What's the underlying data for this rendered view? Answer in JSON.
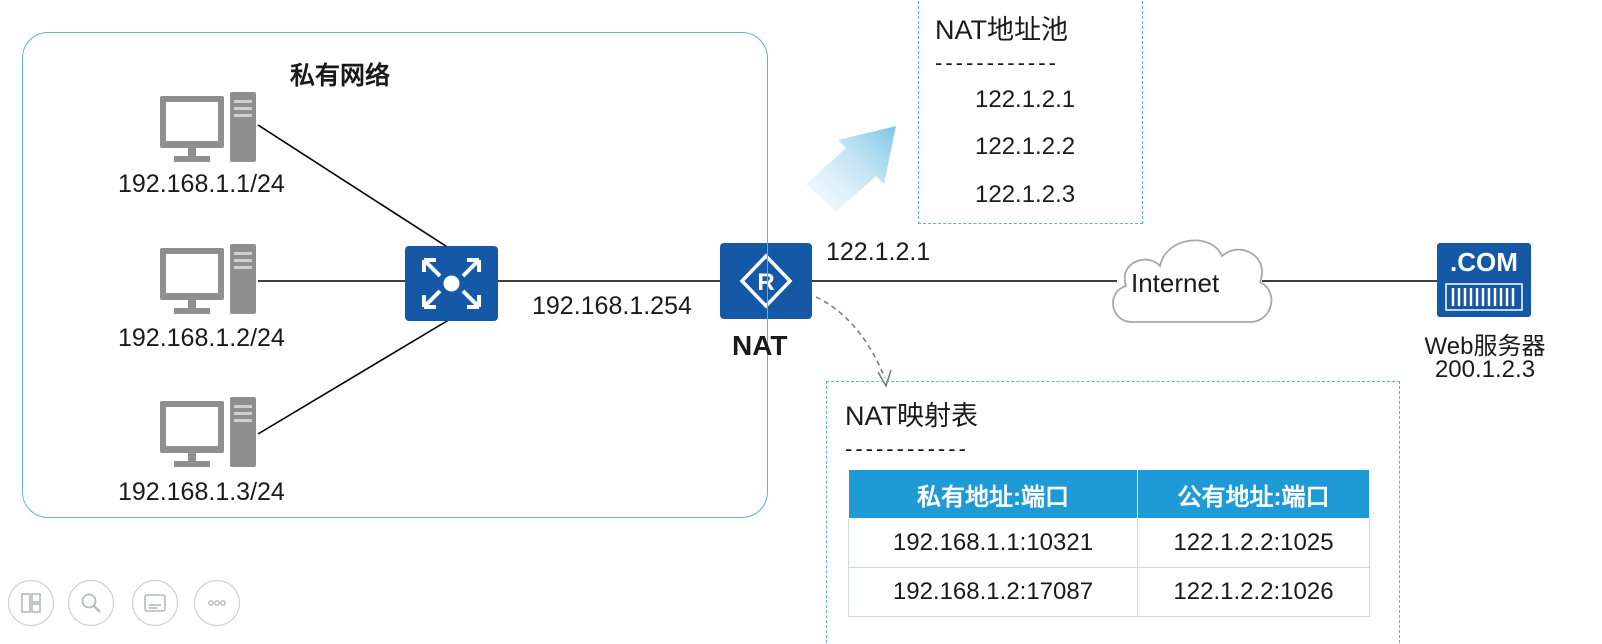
{
  "private_network": {
    "title": "私有网络",
    "hosts": [
      {
        "ip": "192.168.1.1/24"
      },
      {
        "ip": "192.168.1.2/24"
      },
      {
        "ip": "192.168.1.3/24"
      }
    ],
    "gateway_ip": "192.168.1.254"
  },
  "nat_router": {
    "name": "NAT",
    "public_ip": "122.1.2.1"
  },
  "nat_pool": {
    "title": "NAT地址池",
    "divider": "------------",
    "addresses": [
      "122.1.2.1",
      "122.1.2.2",
      "122.1.2.3"
    ]
  },
  "internet": {
    "label": "Internet"
  },
  "web_server": {
    "badge": ".COM",
    "name": "Web服务器",
    "ip": "200.1.2.3"
  },
  "nat_table": {
    "title": "NAT映射表",
    "divider": "------------",
    "columns": [
      "私有地址:端口",
      "公有地址:端口"
    ],
    "rows": [
      [
        "192.168.1.1:10321",
        "122.1.2.2:1025"
      ],
      [
        "192.168.1.2:17087",
        "122.1.2.2:1026"
      ]
    ]
  },
  "colors": {
    "device_blue": "#1558a6",
    "border_teal": "#5fb3c9",
    "table_header": "#1e9ad6"
  },
  "toolbar": [
    "layout-icon",
    "search-icon",
    "subtitle-icon",
    "more-icon"
  ]
}
